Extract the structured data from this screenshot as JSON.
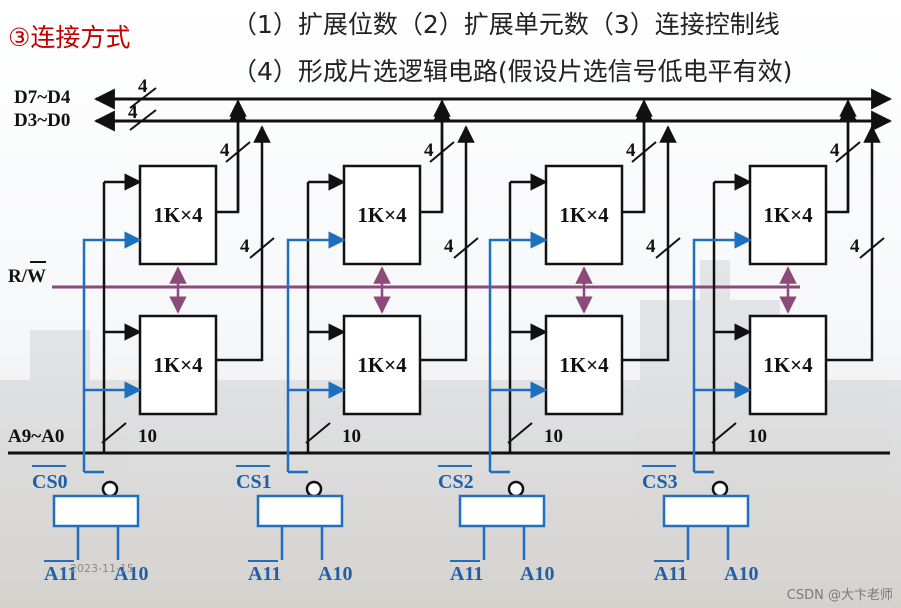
{
  "slide": {
    "title": "③连接方式",
    "requirements_line1": "（1）扩展位数（2）扩展单元数（3）连接控制线",
    "requirements_line2": "（4）形成片选逻辑电路(假设片选信号低电平有效)"
  },
  "buses": {
    "data_high": "D7~D4",
    "data_low": "D3~D0",
    "rw": "R/W",
    "address": "A9~A0",
    "bus_width_4": "4",
    "bus_width_10": "10"
  },
  "groups": [
    {
      "cs_label": "CS0",
      "chip_top": "1K×4",
      "chip_bottom": "1K×4",
      "in_a": "A11",
      "in_b": "A10"
    },
    {
      "cs_label": "CS1",
      "chip_top": "1K×4",
      "chip_bottom": "1K×4",
      "in_a": "A11",
      "in_b": "A10"
    },
    {
      "cs_label": "CS2",
      "chip_top": "1K×4",
      "chip_bottom": "1K×4",
      "in_a": "A11",
      "in_b": "A10"
    },
    {
      "cs_label": "CS3",
      "chip_top": "1K×4",
      "chip_bottom": "1K×4",
      "in_a": "A11",
      "in_b": "A10"
    }
  ],
  "colors": {
    "title": "#c00000",
    "line": "#111111",
    "select": "#1f6fbf",
    "rw": "#8b4a7a"
  },
  "watermarks": {
    "date": "2023-11-15",
    "source": "CSDN @大卞老师"
  }
}
